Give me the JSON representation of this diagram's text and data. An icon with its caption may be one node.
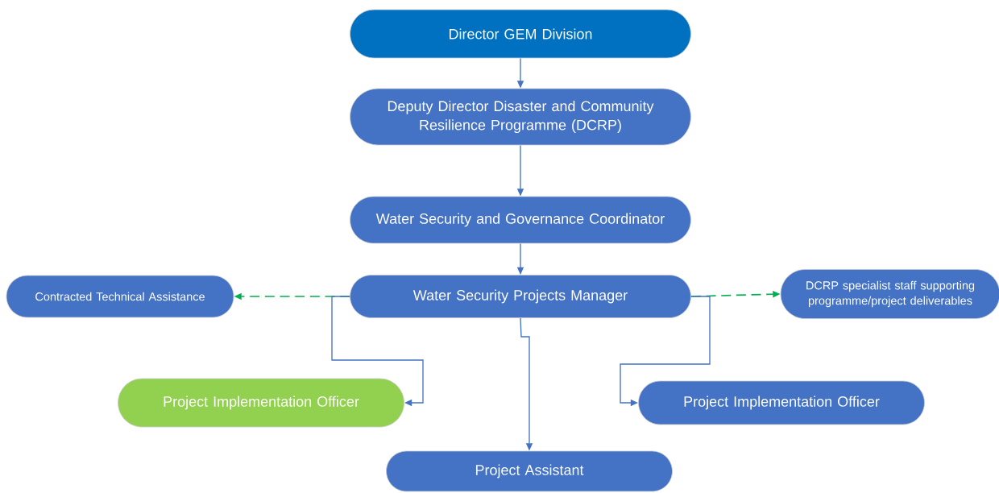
{
  "diagram": {
    "nodes": [
      {
        "text": [
          "Director GEM Division"
        ]
      },
      {
        "text": [
          "Deputy Director Disaster and Community Resilience Programme (DCRP)"
        ]
      },
      {
        "text": [
          "Water Security and Governance Coordinator"
        ]
      },
      {
        "text": [
          "Water Security Projects Manager"
        ]
      },
      {
        "text": [
          "Contracted Technical Assistance"
        ]
      },
      {
        "text": [
          "DCRP specialist staff supporting programme/project deliverables"
        ]
      },
      {
        "text": [
          "Project Implementation Officer"
        ]
      },
      {
        "text": [
          "Project Implementation Officer"
        ]
      },
      {
        "text": [
          "Project Assistant"
        ]
      }
    ],
    "edges": [
      {
        "from": 0,
        "to": 1,
        "arrow": "to"
      },
      {
        "from": 1,
        "to": 2,
        "arrow": "to"
      },
      {
        "from": 2,
        "to": 3,
        "arrow": "to"
      },
      {
        "from": 3,
        "to": 4,
        "arrow": "to",
        "style": "dashed",
        "color": "#00b050"
      },
      {
        "from": 3,
        "to": 5,
        "arrow": "to",
        "style": "dashed",
        "color": "#00b050"
      },
      {
        "from": 3,
        "to": 6,
        "arrow": "to"
      },
      {
        "from": 3,
        "to": 7,
        "arrow": "to"
      },
      {
        "from": 3,
        "to": 8,
        "arrow": "to"
      }
    ]
  }
}
